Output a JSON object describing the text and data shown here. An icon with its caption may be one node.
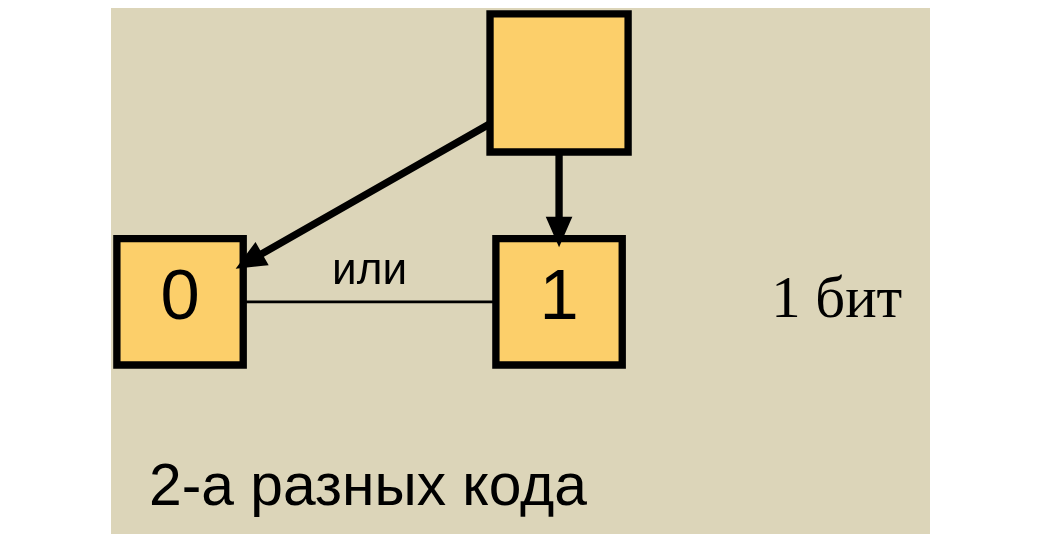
{
  "diagram": {
    "nodes": [
      {
        "text": [],
        "shape": "box"
      },
      {
        "text": [
          "0"
        ]
      },
      {
        "text": [
          "1"
        ]
      }
    ],
    "edges": [
      {
        "from": 0,
        "to": 1,
        "arrow": "to"
      },
      {
        "from": 0,
        "to": 2,
        "arrow": "to"
      },
      {
        "from": 1,
        "to": 2,
        "arrow": "none",
        "label": "или"
      }
    ],
    "labels": [
      "1 бит",
      "2-а разных кода"
    ]
  }
}
